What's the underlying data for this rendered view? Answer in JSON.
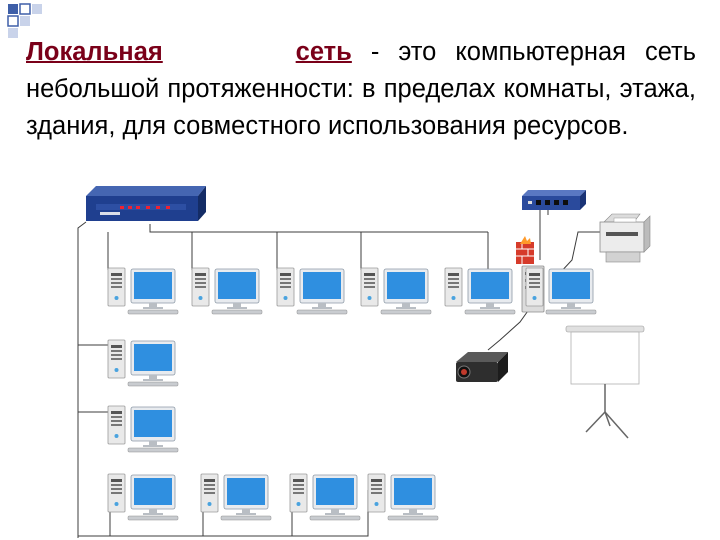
{
  "definition": {
    "term_part1": "Локальная",
    "term_part2": "сеть",
    "text": " - это компьютерная сеть небольшой протяженности: в пределах комнаты, этажа, здания, для совместного использования ресурсов."
  },
  "colors": {
    "term": "#7a0019",
    "corner_squares": "#3e5fa8",
    "hub": "#1f3f8f",
    "screen": "#2f8fe0",
    "wire": "#3c3c3c"
  },
  "diagram": {
    "icons": [
      "network-hub",
      "network-switch",
      "firewall",
      "server",
      "printer",
      "projector",
      "projection-screen",
      "workstation"
    ],
    "workstation_count": 12
  }
}
